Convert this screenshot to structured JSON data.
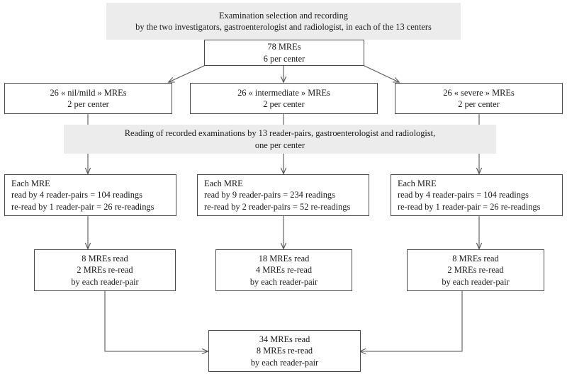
{
  "diagram": {
    "title": "MRE reading study flowchart",
    "colors": {
      "banner_bg": "#ececec",
      "box_border": "#4a4a4a",
      "edge": "#555555",
      "page_bg": "#ffffff",
      "text": "#1a1a1a"
    },
    "banners": [
      {
        "id": "selection-banner",
        "lines": [
          "Examination selection and recording",
          "by the two investigators, gastroenterologist and radiologist, in each of the 13 centers"
        ]
      },
      {
        "id": "reading-banner",
        "lines": [
          "Reading of recorded examinations by 13 reader-pairs, gastroenterologist and radiologist,",
          "one per center"
        ]
      }
    ],
    "nodes": {
      "total": {
        "id": "total-mres",
        "lines": [
          "78 MREs",
          "6 per center"
        ]
      },
      "severity": [
        {
          "id": "nil-mild-mres",
          "lines": [
            "26 « nil/mild » MREs",
            "2 per center"
          ]
        },
        {
          "id": "intermediate-mres",
          "lines": [
            "26 « intermediate » MREs",
            "2 per center"
          ]
        },
        {
          "id": "severe-mres",
          "lines": [
            "26 « severe » MREs",
            "2 per center"
          ]
        }
      ],
      "per_mre": [
        {
          "id": "each-mre-nil-mild",
          "lines": [
            "Each MRE",
            "read by 4 reader-pairs = 104 readings",
            "re-read by 1 reader-pair = 26 re-readings"
          ]
        },
        {
          "id": "each-mre-intermediate",
          "lines": [
            "Each MRE",
            "read by 9 reader-pairs = 234 readings",
            "re-read by 2 reader-pairs = 52 re-readings"
          ]
        },
        {
          "id": "each-mre-severe",
          "lines": [
            "Each MRE",
            "read by 4 reader-pairs = 104 readings",
            "re-read by 1 reader-pair = 26 re-readings"
          ]
        }
      ],
      "per_pair": [
        {
          "id": "reads-nil-mild",
          "lines": [
            "8 MREs read",
            "2 MREs re-read",
            "by each reader-pair"
          ]
        },
        {
          "id": "reads-intermediate",
          "lines": [
            "18 MREs read",
            "4 MREs re-read",
            "by each reader-pair"
          ]
        },
        {
          "id": "reads-severe",
          "lines": [
            "8 MREs read",
            "2 MREs re-read",
            "by each reader-pair"
          ]
        }
      ],
      "total_per_pair": {
        "id": "total-per-reader-pair",
        "lines": [
          "34 MREs read",
          "8 MREs re-read",
          "by each reader-pair"
        ]
      }
    }
  }
}
